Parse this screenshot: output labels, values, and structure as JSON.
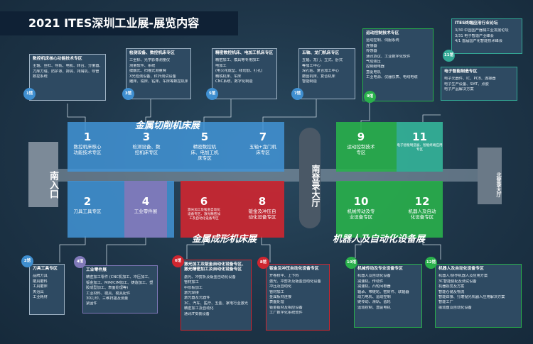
{
  "title": "2021 ITES深圳工业展-展览内容",
  "colors": {
    "blue": "#3f8fd0",
    "purple": "#7f78b8",
    "red": "#cf2630",
    "green": "#29b04b",
    "teal": "#33a996",
    "band": "#9aa6b2"
  },
  "entrances": {
    "south_gate": "南入口",
    "south_hall": "南登录大厅",
    "north_hall": "北登录大厅"
  },
  "zones": {
    "cutting": "金属切削机床展",
    "forming": "金属成形机床展",
    "robot": "机器人及自动化设备展"
  },
  "halls": {
    "h1": {
      "num": "1",
      "name": "数控机床核心功能技术专区"
    },
    "h2": {
      "num": "2",
      "name": "刀具工具专区"
    },
    "h3": {
      "num": "3",
      "name": "检测设备、数控机床专区"
    },
    "h4": {
      "num": "4",
      "name": "工业零件展"
    },
    "h5": {
      "num": "5",
      "name": "精密数控机床、电加工机床专区"
    },
    "h6": {
      "num": "6",
      "name": "激光加工及钣金自动化设备专区、激光精密加工及自动化设备专区"
    },
    "h7": {
      "num": "7",
      "name": "五轴+龙门机床专区"
    },
    "h8": {
      "num": "8",
      "name": "钣金及冲压自动化设备专区"
    },
    "h9": {
      "num": "9",
      "name": "运动控制技术专区"
    },
    "h10": {
      "num": "10",
      "name": "机械传动及专业设备专区"
    },
    "h11": {
      "num": "11",
      "name": "电子智能制造展、智能终端应用专区"
    },
    "h12": {
      "num": "12",
      "name": "机器人及自动化设备专区"
    }
  },
  "info_boxes": {
    "b1": {
      "tag": "1馆",
      "head": "数控机床核心功能技术专区",
      "items": [
        "主轴、丝杠、导轨、电机、转台、分度器、动力头",
        "刀库刀塔、防护罩、排屑、排屑机、导管",
        "数控系统"
      ]
    },
    "b3": {
      "tag": "3馆",
      "head": "检测设备、数控机床专区",
      "items": [
        "三坐标、光学影像测量仪",
        "测量软件、系统",
        "摸触式、扫描式测量臂",
        "X光检测设备、红外测试设备",
        "雕床、铣床、钻床、车床等数控机床"
      ]
    },
    "b5": {
      "tag": "5馆",
      "head": "精密数控机床、电加工机床专区",
      "items": [
        "精密加工、模具等专用加工",
        "电加工",
        "(电火花成型、线切割、打孔)",
        "精铣机床、车床",
        "CNC系统、数字化制造"
      ]
    },
    "b7": {
      "tag": "7馆",
      "head": "五轴、龙门机床专区",
      "items": [
        "五轴、龙门、立式、卧式",
        "等加工中心",
        "深孔钻、复合加工中心",
        "磨齿机床、复合机床",
        "智能制造"
      ]
    },
    "b9": {
      "tag": "9馆",
      "head": "运动控制技术专区",
      "items": [
        "运动控制、伺服系统",
        "连接器",
        "传感器",
        "通讯协议、工业数字化软件",
        "气动液压",
        "控制继电器",
        "直驱电机",
        "工业电源、仪器仪表、电线电缆"
      ]
    },
    "b11a": {
      "tag": "11馆",
      "head": "ITES终端应用行业论坛",
      "items": [
        "3/30 中国国产器械工业发展论坛",
        "3/31 电子智造产业峰会",
        "4/1 首届国产化智能技术峰会"
      ]
    },
    "b11b": {
      "tag": "",
      "head": "电子智能制造专区",
      "items": [
        "电子元器件、IC、PCB、连接器",
        "电子生产设备、SMT、点胶",
        "电子产品解决方案"
      ]
    },
    "b2": {
      "tag": "2馆",
      "head": "刀具工具专区",
      "items": [
        "品牌刀具",
        "磨具磨料",
        "工具磨床",
        "夹治具",
        "工业耗材"
      ]
    },
    "b4": {
      "tag": "4馆",
      "head": "工业零件展",
      "items": [
        "精密加工零件 (CNC机加工、冲压加工、钣金加工、MIM/CIM加工、铸造加工、塑胶成型加工、表面处理等)",
        "工业材料、模具、模具配件",
        "3D打印、三维扫描及测量",
        "紧固件"
      ]
    },
    "b6": {
      "tag": "6馆",
      "head": "激光加工及钣金自动化设备专区、激光精密加工及自动化设备专区",
      "items": [
        "激光、冲剪折及钣金自动化设备",
        "管材加工",
        "中厚板加工",
        "激光焊接",
        "激光器及元器件",
        "3C、汽车、医疗、五金、家电行业激光精密加工及自动化",
        "通讯IT安装设备"
      ]
    },
    "b8": {
      "tag": "8馆",
      "head": "钣金及冲压自动化设备专区",
      "items": [
        "开卷校平、上下料",
        "激光、冲剪折及钣金自动化设备",
        "冲压及自动化",
        "管材加工",
        "金属板材连接",
        "表面处理",
        "钣金钣材及相应设备",
        "工厂数字化系统软件"
      ]
    },
    "b10": {
      "tag": "10馆",
      "head": "机械传动及专业设备专区",
      "items": [
        "机器人及自动化设备",
        "减速机、传动件",
        "减速机、凸轮间歇器",
        "轴承、带链轮、密封件、联轴器",
        "动力电机、运动控制",
        "链传动、滑轨、齿轮",
        "运动控制、直驱电机"
      ]
    },
    "b12": {
      "tag": "12馆",
      "head": "机器人及自动化设备专区",
      "items": [
        "机器人/协作机器人及应用方案",
        "3C智能装配及测试设备",
        "机器视觉及方案",
        "智能仓储及物流",
        "智能焊接、打磨抛光机器人应用解决方案",
        "智能工厂",
        "振动盘及自动化设备"
      ]
    }
  }
}
